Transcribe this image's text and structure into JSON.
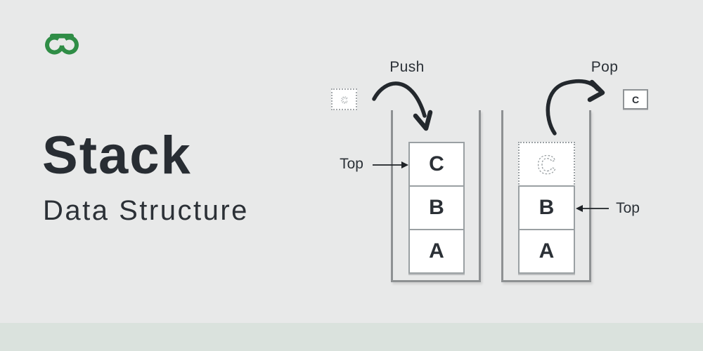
{
  "title": {
    "main": "Stack",
    "subtitle": "Data Structure"
  },
  "icons": {
    "logo": "geeksforgeeks-logo",
    "push_arrow": "curved-arrow-down-right",
    "pop_arrow": "curved-arrow-up-right",
    "top_arrow_left": "arrow-right",
    "top_arrow_right": "arrow-left"
  },
  "colors": {
    "background": "#e8e9e9",
    "bottom_band": "#dae2dd",
    "ink": "#2b3036",
    "arrow": "#23282d",
    "wall": "#8e9193",
    "cell_border": "#9aa0a3",
    "ghost": "#9aa0a3",
    "brand_green": "#2f8d46"
  },
  "push": {
    "label": "Push",
    "incoming_item": "C",
    "top_label": "Top",
    "items": [
      "C",
      "B",
      "A"
    ]
  },
  "pop": {
    "label": "Pop",
    "ghost_item": "C",
    "popped_item": "C",
    "top_label": "Top",
    "items": [
      "B",
      "A"
    ]
  }
}
